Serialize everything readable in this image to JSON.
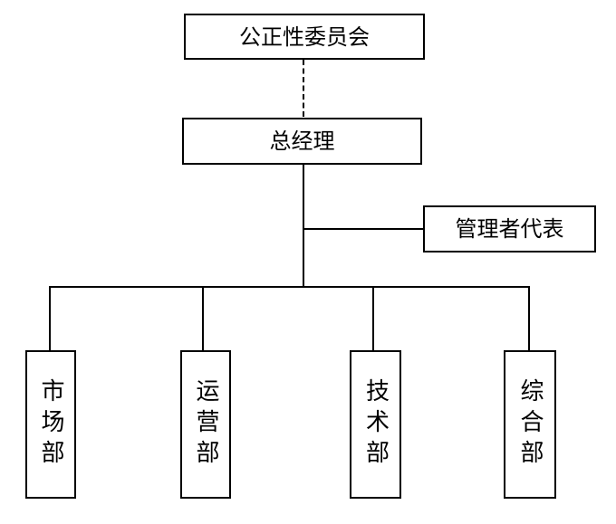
{
  "diagram": {
    "nodes": {
      "committee": "公正性委员会",
      "general_manager": "总经理",
      "management_representative": "管理者代表",
      "departments": [
        "市场部",
        "运营部",
        "技术部",
        "综合部"
      ]
    },
    "relations": [
      {
        "from": "公正性委员会",
        "to": "总经理",
        "style": "dashed"
      },
      {
        "from": "总经理",
        "to": "管理者代表",
        "style": "solid"
      },
      {
        "from": "总经理",
        "to": "市场部",
        "style": "solid"
      },
      {
        "from": "总经理",
        "to": "运营部",
        "style": "solid"
      },
      {
        "from": "总经理",
        "to": "技术部",
        "style": "solid"
      },
      {
        "from": "总经理",
        "to": "综合部",
        "style": "solid"
      }
    ]
  }
}
